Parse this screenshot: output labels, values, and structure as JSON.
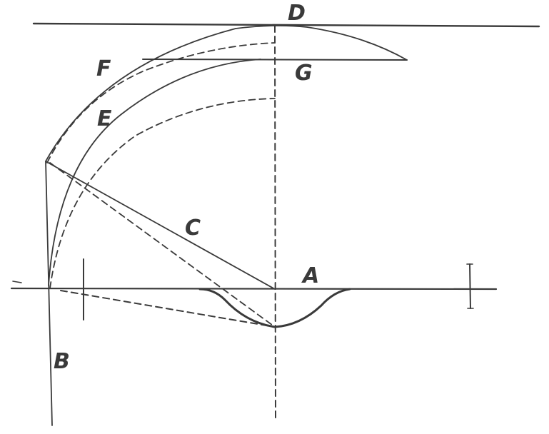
{
  "figure": {
    "type": "geometric-construction",
    "stroke_color": "#3a3a3a",
    "background": "#ffffff"
  },
  "labels": {
    "A": "A",
    "B": "B",
    "C": "C",
    "D": "D",
    "E": "E",
    "F": "F",
    "G": "G"
  }
}
